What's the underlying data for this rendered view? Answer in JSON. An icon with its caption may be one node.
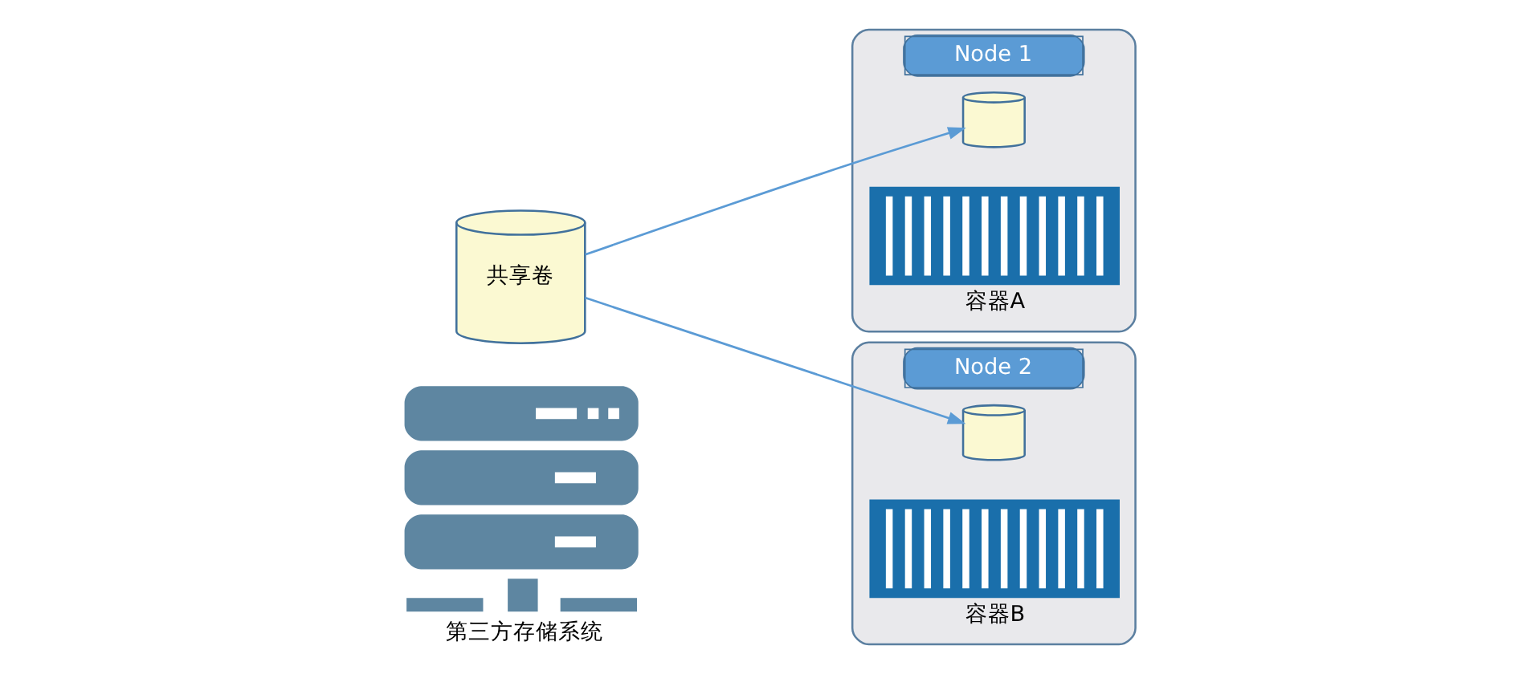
{
  "diagram": {
    "nodes": [
      {
        "text": [
          "第三方存储系统"
        ]
      },
      {
        "text": [
          "共享卷"
        ]
      },
      {
        "text": [
          "Node 1"
        ]
      },
      {
        "text": [],
        "shape": "cylinder",
        "in": 2
      },
      {
        "text": [
          "容器A"
        ],
        "in": 2
      },
      {
        "text": [
          "Node 2"
        ]
      },
      {
        "text": [],
        "shape": "cylinder",
        "in": 5
      },
      {
        "text": [
          "容器B"
        ],
        "in": 5
      }
    ],
    "edges": [
      {
        "from": 1,
        "to": 3,
        "arrow": "to"
      },
      {
        "from": 1,
        "to": 6,
        "arrow": "to"
      }
    ]
  }
}
